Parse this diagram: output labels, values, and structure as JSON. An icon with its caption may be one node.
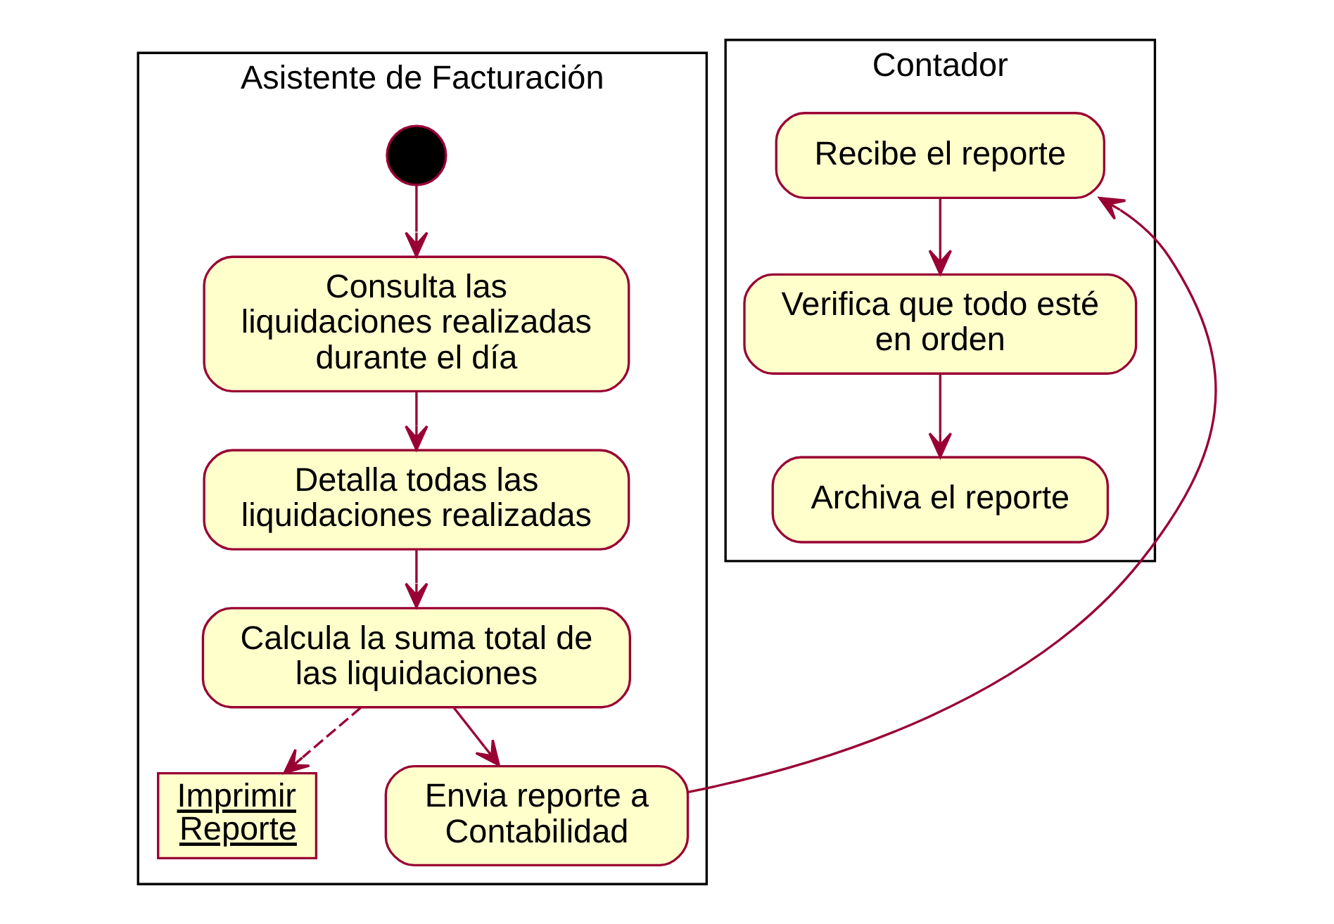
{
  "diagram": {
    "nodes": [
      {
        "text": [
          "Asistente de Facturación"
        ]
      },
      {
        "text": [
          "Contador"
        ]
      },
      {
        "text": [],
        "shape": "circle",
        "in": 0
      },
      {
        "text": [
          "Consulta las liquidaciones realizadas durante el día"
        ],
        "in": 0
      },
      {
        "text": [
          "Detalla todas las liquidaciones realizadas"
        ],
        "in": 0
      },
      {
        "text": [
          "Calcula la suma total de las liquidaciones"
        ],
        "in": 0
      },
      {
        "text": [
          "Imprimir Reporte"
        ],
        "in": 0
      },
      {
        "text": [
          "Envia reporte a Contabilidad"
        ],
        "in": 0
      },
      {
        "text": [
          "Recibe el reporte"
        ],
        "in": 1
      },
      {
        "text": [
          "Verifica que todo esté en orden"
        ],
        "in": 1
      },
      {
        "text": [
          "Archiva el reporte"
        ],
        "in": 1
      }
    ],
    "edges": [
      {
        "from": 2,
        "to": 3,
        "arrow": "to"
      },
      {
        "from": 3,
        "to": 4,
        "arrow": "to"
      },
      {
        "from": 4,
        "to": 5,
        "arrow": "to"
      },
      {
        "from": 5,
        "to": 6,
        "arrow": "to",
        "style": "dashed"
      },
      {
        "from": 5,
        "to": 7,
        "arrow": "to"
      },
      {
        "from": 7,
        "to": 8,
        "arrow": "to"
      },
      {
        "from": 8,
        "to": 9,
        "arrow": "to"
      },
      {
        "from": 9,
        "to": 10,
        "arrow": "to"
      }
    ]
  }
}
